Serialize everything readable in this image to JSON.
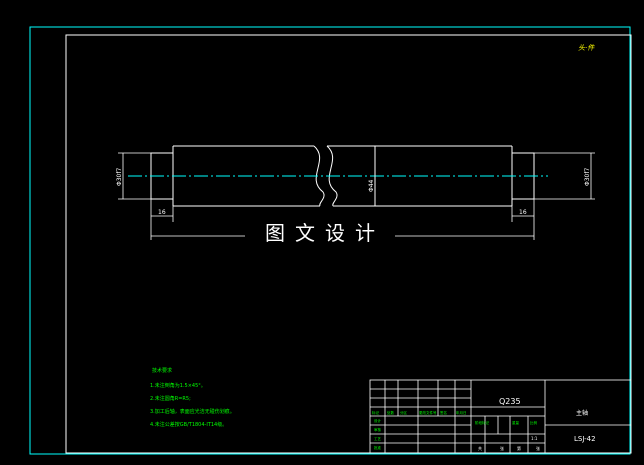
{
  "corner_stamp": "头·件",
  "diameters": {
    "left_end": "Φ30f7",
    "right_end": "Φ30f7",
    "body": "Φ44"
  },
  "dimensions": {
    "left_step": "16",
    "right_step": "16"
  },
  "watermark": "图文设计",
  "tech_requirements": {
    "title": "技术要求",
    "items": [
      "1.未注倒角为1.5×45°。",
      "2.未注圆角R=R5;",
      "3.加工后轴，表面应光洁无碰伤划痕。",
      "4.未注公差按GB/T1804-IT14级。"
    ]
  },
  "title_block": {
    "material": "Q235",
    "part_name": "主轴",
    "drawing_no": "LSJ-42",
    "row_labels": [
      "标记",
      "处数",
      "分区",
      "更改文件号",
      "签名",
      "年月日"
    ],
    "stage_labels": [
      "阶段标记",
      "重量",
      "比例"
    ],
    "scale": "1:1",
    "sheet_info": [
      "共",
      "张",
      "第",
      "张"
    ],
    "left_labels": [
      "设计",
      "审核",
      "工艺",
      "批准"
    ]
  },
  "colors": {
    "frame": "#00ffff",
    "lines": "#ffffff",
    "dims": "#00ff00",
    "centerline": "#00ffff"
  }
}
